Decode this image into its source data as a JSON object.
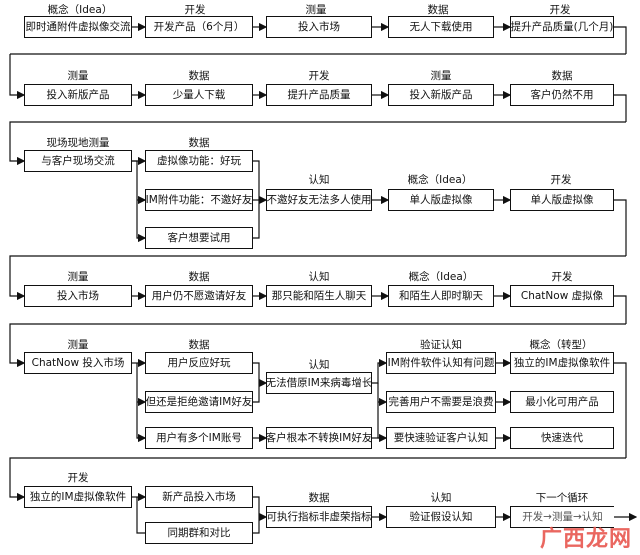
{
  "rows": [
    {
      "labels": [
        "概念（Idea）",
        "开发",
        "测量",
        "数据",
        "开发"
      ],
      "boxes": [
        "即时通附件虚拟像交流",
        "开发产品（6个月）",
        "投入市场",
        "无人下载使用",
        "提升产品质量(几个月)"
      ]
    },
    {
      "labels": [
        "测量",
        "数据",
        "开发",
        "测量",
        "数据"
      ],
      "boxes": [
        "投入新版产品",
        "少量人下载",
        "提升产品质量",
        "投入新版产品",
        "客户仍然不用"
      ]
    },
    {
      "labels": [
        "现场现地测量",
        "数据",
        "认知",
        "概念（Idea）",
        "开发"
      ],
      "boxes": [
        "与客户现场交流",
        "虚拟像功能：好玩",
        "IM附件功能：不邀好友",
        "客户想要试用",
        "不邀好友无法多人使用",
        "单人版虚拟像",
        "单人版虚拟像"
      ]
    },
    {
      "labels": [
        "测量",
        "数据",
        "认知",
        "概念（Idea）",
        "开发"
      ],
      "boxes": [
        "投入市场",
        "用户仍不愿邀请好友",
        "那只能和陌生人聊天",
        "和陌生人即时聊天",
        "ChatNow 虚拟像"
      ]
    },
    {
      "labels": [
        "测量",
        "数据",
        "认知",
        "验证认知",
        "概念（转型）"
      ],
      "boxes": [
        "ChatNow 投入市场",
        "用户反应好玩",
        "但还是拒绝邀请IM好友",
        "用户有多个IM账号",
        "无法借原IM来病毒增长",
        "客户根本不转换IM好友",
        "IM附件软件认知有问题",
        "完善用户不需要是浪费",
        "要快速验证客户认知",
        "独立的IM虚拟像软件",
        "最小化可用产品",
        "快速迭代"
      ]
    },
    {
      "labels": [
        "开发",
        "数据",
        "认知",
        "下一个循环"
      ],
      "boxes": [
        "独立的IM虚拟像软件",
        "新产品投入市场",
        "同期群和对比",
        "可执行指标非虚荣指标",
        "验证假设认知"
      ],
      "partial": "开发→测量→认知"
    }
  ],
  "watermark": "广西龙网"
}
